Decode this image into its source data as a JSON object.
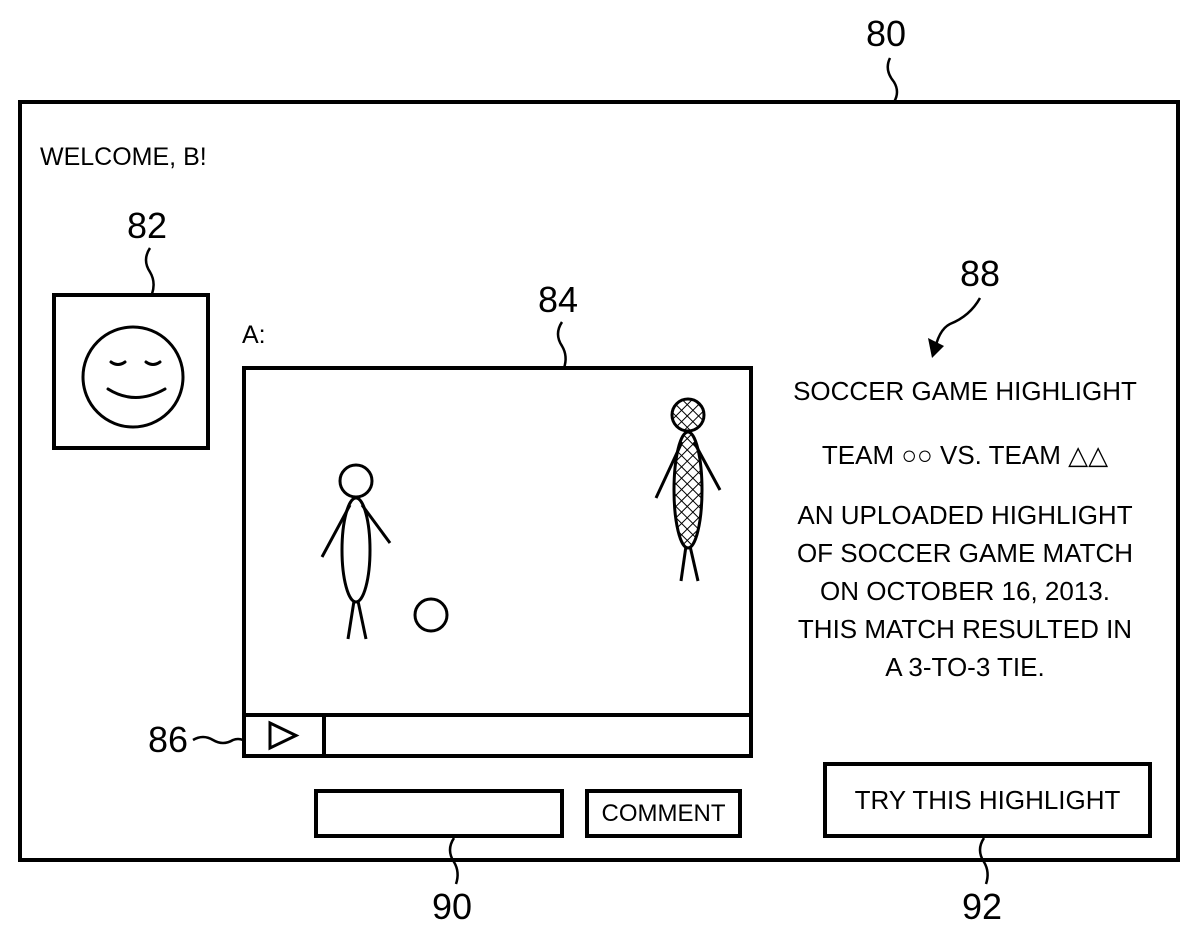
{
  "figure_refs": {
    "screen": "80",
    "avatar": "82",
    "video": "84",
    "controls": "86",
    "description": "88",
    "comment_field": "90",
    "try_button": "92"
  },
  "page": {
    "welcome": "WELCOME, B!",
    "poster_label": "A:"
  },
  "video": {
    "play_icon": "play-icon",
    "scene": [
      "player-1",
      "ball",
      "player-2-hatched"
    ]
  },
  "description": {
    "title": "SOCCER GAME HIGHLIGHT",
    "teams": "TEAM ○○ VS. TEAM △△",
    "body": [
      "AN UPLOADED HIGHLIGHT",
      "OF SOCCER GAME MATCH",
      "ON OCTOBER 16, 2013.",
      "THIS MATCH RESULTED IN",
      "A 3-TO-3 TIE."
    ]
  },
  "comment": {
    "input_value": "",
    "button_label": "COMMENT"
  },
  "try_button": {
    "label": "TRY THIS HIGHLIGHT"
  }
}
